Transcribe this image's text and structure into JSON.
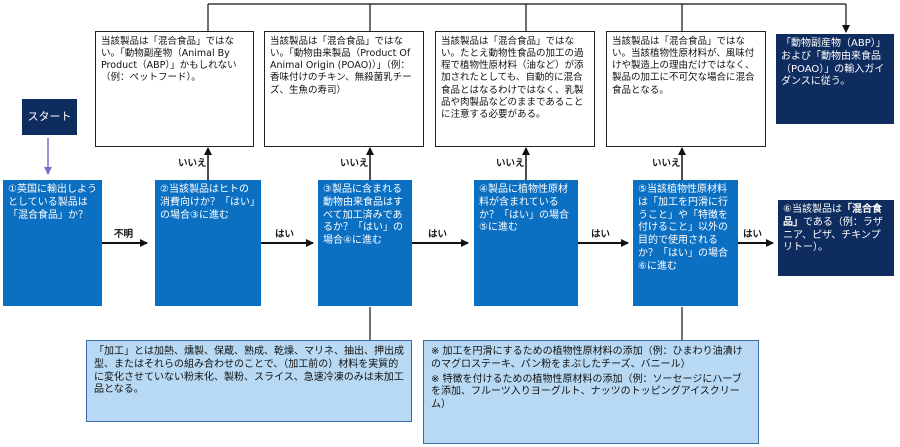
{
  "start": "スタート",
  "no_boxes": [
    "当該製品は「混合食品」ではない。「動物副産物（Animal By Product（ABP）」かもしれない（例：ペットフード）。",
    "当該製品は「混合食品」ではない。「動物由来製品（Product Of Animal Origin (POAO)）」（例：香味付けのチキン、無殺菌乳チーズ、生魚の寿司）",
    "当該製品は「混合食品」ではない。たとえ動物性食品の加工の過程で植物性原材料（油など）が添加されたとしても、自動的に混合食品とはなるわけではなく、乳製品や肉製品などのままであることに注意する必要がある。",
    "当該製品は「混合食品」ではない。当該植物性原材料が、風味付けや製造上の理由だけではなく、製品の加工に不可欠な場合に混合食品となる。"
  ],
  "guidance": "「動物副産物（ABP）」および「動物由来食品（POAO）」の輸入ガイダンスに従う。",
  "steps": [
    "①英国に輸出しようとしている製品は「混合食品」か？",
    "②当該製品はヒトの消費向けか？「はい」の場合③に進む",
    "③製品に含まれる動物由来食品はすべて加工済みであるか？「はい」の場合④に進む",
    "④製品に植物性原材料が含まれているか？「はい」の場合⑤に進む",
    "⑤当該植物性原材料は「加工を円滑に行うこと」や「特徴を付けること」以外の目的で使用されるか？「はい」の場合⑥に進む"
  ],
  "result": {
    "prefix": "⑥当該製品は",
    "bold": "「混合食品」",
    "suffix": "である（例：ラザニア、ピザ、チキンプリトー）。"
  },
  "labels": {
    "unknown": "不明",
    "yes": "はい",
    "no": "いいえ"
  },
  "notes": {
    "processing": "「加工」とは加熱、燻製、保蔵、熟成、乾燥、マリネ、抽出、押出成型、またはそれらの組み合わせのことで、（加工前の）材料を実質的に変化させていない粉末化、製粉、スライス、急速冷凍のみは未加工品となる。",
    "note1": "※ 加工を円滑にするための植物性原材料の添加（例：ひまわり油漬けのマグロステーキ、パン粉をまぶしたチーズ、バニール）",
    "note2": "※ 特徴を付けるための植物性原材料の添加（例：ソーセージにハーブを添加、フルーツ入りヨーグルト、ナッツのトッピングアイスクリーム）"
  },
  "colors": {
    "step_blue": "#0b6fc2",
    "navy": "#0f2c5e",
    "note_blue": "#b8d9f3"
  }
}
